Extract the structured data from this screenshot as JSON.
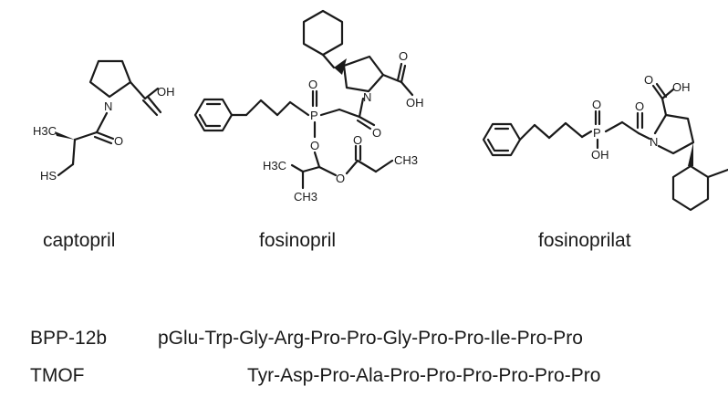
{
  "compounds": [
    {
      "name": "captopril"
    },
    {
      "name": "fosinopril"
    },
    {
      "name": "fosinoprilat"
    }
  ],
  "atom_labels": {
    "cap_oh": "OH",
    "cap_n": "N",
    "cap_o": "O",
    "cap_hs": "HS",
    "fos_o_p": "O",
    "fos_p": "P",
    "fos_n": "N",
    "fos_o_amide": "O",
    "fos_o_acid": "O",
    "fos_oh_acid": "OH",
    "fos_o_ester": "O",
    "fos_o_ester2": "O",
    "fos_o_carbonyl": "O",
    "fos_ch3_right": "CH3",
    "fos_ch3_left": "H3C",
    "fos_ch3_bottom": "CH3",
    "fpl_o_p": "O",
    "fpl_p": "P",
    "fpl_oh": "OH",
    "fpl_o_amide": "O",
    "fpl_n": "N",
    "fpl_o_acid": "O",
    "fpl_oh_acid": "OH",
    "cap_h3c": "H3C"
  },
  "peptides": [
    {
      "code": "BPP-12b",
      "sequence": "pGlu-Trp-Gly-Arg-Pro-Pro-Gly-Pro-Pro-Ile-Pro-Pro"
    },
    {
      "code": "TMOF",
      "sequence": "Tyr-Asp-Pro-Ala-Pro-Pro-Pro-Pro-Pro-Pro"
    }
  ]
}
